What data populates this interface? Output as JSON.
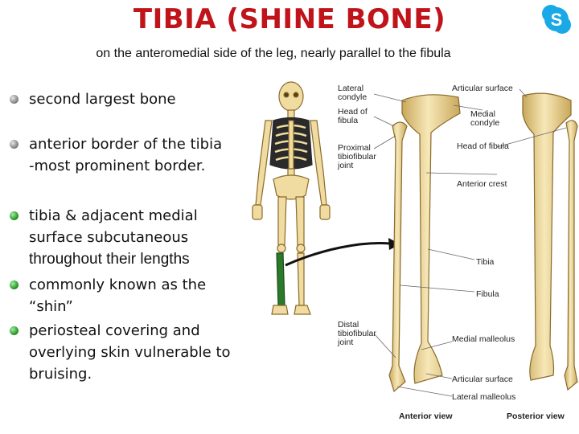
{
  "slide": {
    "title": "TIBIA (SHINE BONE)",
    "subtitle": "on the anteromedial side of the leg, nearly parallel to the fibula"
  },
  "bullets": [
    {
      "text": "second largest bone",
      "marker": "gray"
    },
    {
      "text": "anterior border of the tibia\n-most prominent border.",
      "marker": "gray"
    },
    {
      "text": "tibia & adjacent medial\nsurface subcutaneous",
      "text2": "throughout their lengths",
      "marker": "green"
    },
    {
      "text": "commonly known as the\n“shin”",
      "marker": "green"
    },
    {
      "text": "periosteal covering and\noverlying skin vulnerable to\nbruising.",
      "marker": "green"
    }
  ],
  "figure": {
    "labels": {
      "lateral_condyle": "Lateral\ncondyle",
      "head_of_fibula_left": "Head of\nfibula",
      "proximal_joint": "Proximal\ntibiofibular\njoint",
      "distal_joint": "Distal\ntibiofibular\njoint",
      "articular_surface_top": "Articular surface",
      "medial_condyle": "Medial\ncondyle",
      "head_of_fibula_right": "Head of fibula",
      "anterior_crest": "Anterior crest",
      "tibia": "Tibia",
      "fibula": "Fibula",
      "medial_malleolus": "Medial malleolus",
      "articular_surface_bottom": "Articular surface",
      "lateral_malleolus": "Lateral malleolus",
      "anterior_view": "Anterior view",
      "posterior_view": "Posterior view"
    }
  },
  "colors": {
    "title": "#c0141a",
    "bone": "#f0dca0",
    "bone_shade": "#c9a85a",
    "highlight_tibia": "#2a7a2a",
    "skype": "#1aa9e6"
  },
  "icons": {
    "skype": "skype-logo-icon",
    "skeleton": "skeleton-figure",
    "arrow": "pointer-arrow-icon"
  }
}
